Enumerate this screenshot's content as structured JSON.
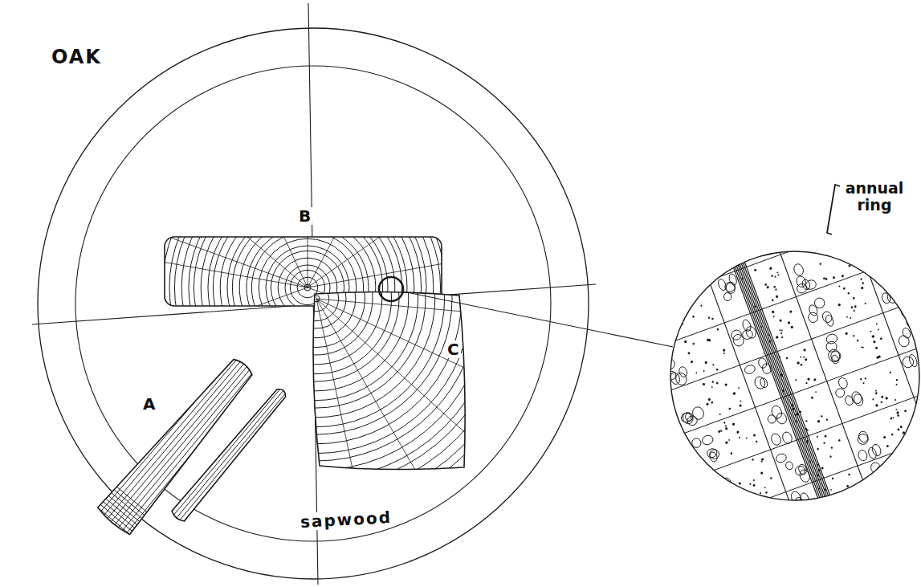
{
  "diagram": {
    "title": "OAK",
    "labels": [
      "A",
      "B",
      "C",
      "sapwood",
      "annual ring"
    ]
  }
}
